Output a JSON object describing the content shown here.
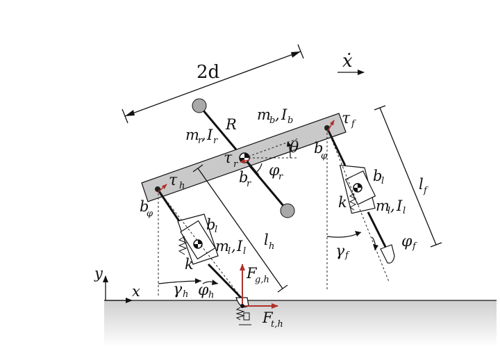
{
  "labels": {
    "two_d": "2d",
    "x_dot": "ẋ",
    "R": "R",
    "mb": "m",
    "mb_sub": "b",
    "Ib": "I",
    "Ib_sub": "b",
    "mr": "m",
    "mr_sub": "r",
    "Ir": "I",
    "Ir_sub": "r",
    "tau_f": "τ",
    "tau_f_sub": "f",
    "tau_r": "τ",
    "tau_r_sub": "r",
    "tau_h": "τ",
    "tau_h_sub": "h",
    "theta": "θ",
    "b_phi_front": "b",
    "b_phi_front_sub": "φ",
    "b_phi_hind": "b",
    "b_phi_hind_sub": "φ",
    "b_r": "b",
    "b_r_sub": "r",
    "phi_r": "φ",
    "phi_r_sub": "r",
    "b_l_front": "b",
    "b_l_front_sub": "l",
    "b_l_hind": "b",
    "b_l_hind_sub": "l",
    "l_f": "l",
    "l_f_sub": "f",
    "l_h": "l",
    "l_h_sub": "h",
    "k_front": "k",
    "k_hind": "k",
    "ml_front": "m",
    "ml_front_sub": "l",
    "Il_front": "I",
    "Il_front_sub": "l",
    "ml_hind": "m",
    "ml_hind_sub": "l",
    "Il_hind": "I",
    "Il_hind_sub": "l",
    "phi_f": "φ",
    "phi_f_sub": "f",
    "gamma_f": "γ",
    "gamma_f_sub": "f",
    "gamma_h": "γ",
    "gamma_h_sub": "h",
    "phi_h": "φ",
    "phi_h_sub": "h",
    "F_gh": "F",
    "F_gh_sub": "g,h",
    "F_th": "F",
    "F_th_sub": "t,h",
    "axis_x": "x",
    "axis_y": "y",
    "comma": ","
  },
  "colors": {
    "body": "#c9c9c9",
    "ground_top": "#cfcfcf",
    "ground_bottom": "#ffffff",
    "force": "#b0302a",
    "mass": "#a9a9a9"
  }
}
